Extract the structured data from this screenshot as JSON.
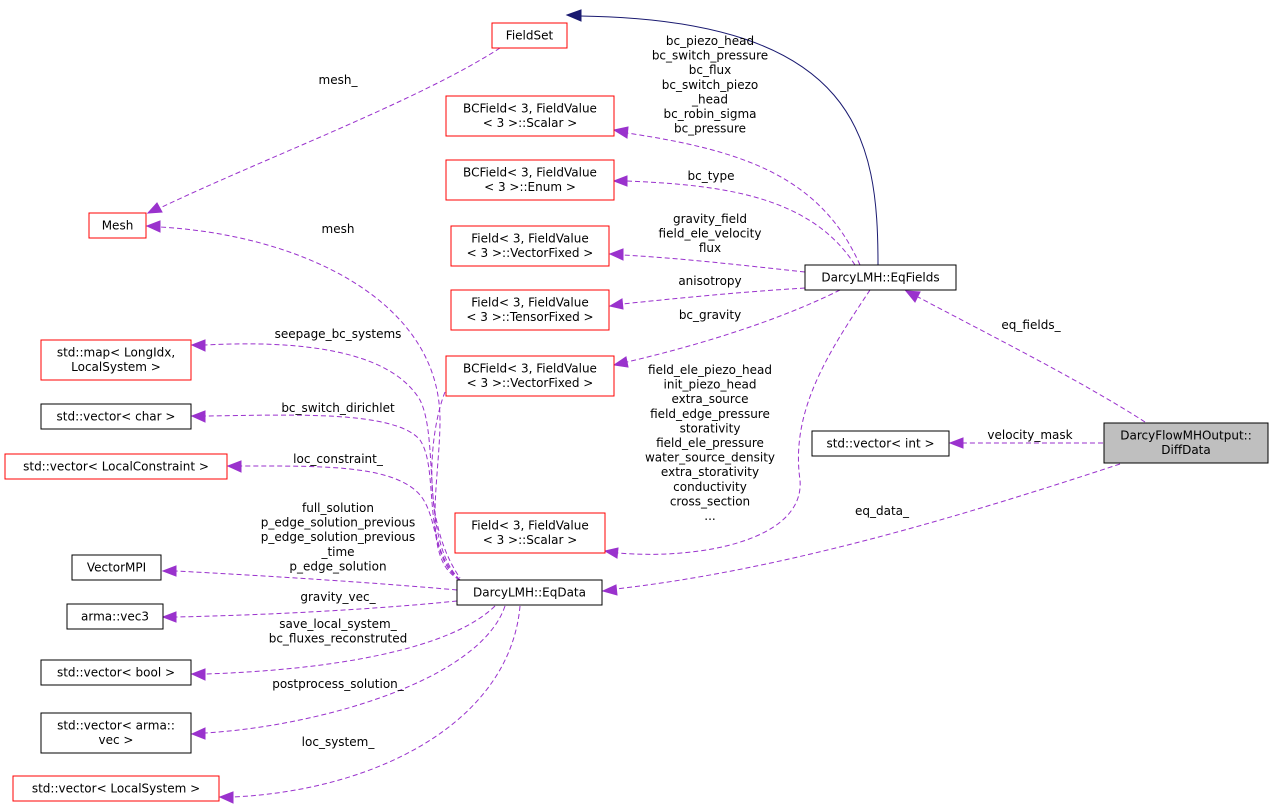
{
  "nodes": {
    "fieldset": [
      "FieldSet"
    ],
    "bcfield_scalar": [
      "BCField< 3, FieldValue",
      "< 3 >::Scalar >"
    ],
    "bcfield_enum": [
      "BCField< 3, FieldValue",
      "< 3 >::Enum >"
    ],
    "field_vectorfixed": [
      "Field< 3, FieldValue",
      "< 3 >::VectorFixed >"
    ],
    "field_tensorfixed": [
      "Field< 3, FieldValue",
      "< 3 >::TensorFixed >"
    ],
    "bcfield_vectorfixed": [
      "BCField< 3, FieldValue",
      "< 3 >::VectorFixed >"
    ],
    "field_scalar": [
      "Field< 3, FieldValue",
      "< 3 >::Scalar >"
    ],
    "mesh": [
      "Mesh"
    ],
    "map_longidx": [
      "std::map< LongIdx,",
      "LocalSystem >"
    ],
    "vector_char": [
      "std::vector< char >"
    ],
    "vector_localconstraint": [
      "std::vector< LocalConstraint >"
    ],
    "vectormpi": [
      "VectorMPI"
    ],
    "arma_vec3": [
      "arma::vec3"
    ],
    "vector_bool": [
      "std::vector< bool >"
    ],
    "vector_armavec": [
      "std::vector< arma::",
      "vec >"
    ],
    "vector_localsystem": [
      "std::vector< LocalSystem >"
    ],
    "eqfields": [
      "DarcyLMH::EqFields"
    ],
    "eqdata": [
      "DarcyLMH::EqData"
    ],
    "vector_int": [
      "std::vector< int >"
    ],
    "diffdata": [
      "DarcyFlowMHOutput::",
      "DiffData"
    ]
  },
  "edge_labels": {
    "fieldset_mesh": [
      "mesh_"
    ],
    "bcscalar_eqfields": [
      "bc_piezo_head",
      "bc_switch_pressure",
      "bc_flux",
      "bc_switch_piezo",
      "_head",
      "bc_robin_sigma",
      "bc_pressure"
    ],
    "bcenum_eqfields": [
      "bc_type"
    ],
    "vectorfixed_eqfields": [
      "gravity_field",
      "field_ele_velocity",
      "flux"
    ],
    "tensorfixed_eqfields": [
      "anisotropy"
    ],
    "bcvectorfixed_eqfields": [
      "bc_gravity"
    ],
    "fieldscalar_eqfields": [
      "field_ele_piezo_head",
      "init_piezo_head",
      "extra_source",
      "field_edge_pressure",
      "storativity",
      "field_ele_pressure",
      "water_source_density",
      "extra_storativity",
      "conductivity",
      "cross_section",
      "..."
    ],
    "mesh_eqdata": [
      "mesh"
    ],
    "map_eqdata": [
      "seepage_bc_systems"
    ],
    "vchar_eqdata": [
      "bc_switch_dirichlet"
    ],
    "vlocalconstraint_eqdata": [
      "loc_constraint_"
    ],
    "vectormpi_eqdata": [
      "full_solution",
      "p_edge_solution_previous",
      "p_edge_solution_previous",
      "_time",
      "p_edge_solution"
    ],
    "vec3_eqdata": [
      "gravity_vec_"
    ],
    "vbool_eqdata": [
      "save_local_system_",
      "bc_fluxes_reconstruted"
    ],
    "varmavec_eqdata": [
      "postprocess_solution_"
    ],
    "vlocalsystem_eqdata": [
      "loc_system_"
    ],
    "eqfields_diffdata": [
      "eq_fields_"
    ],
    "vint_diffdata": [
      "velocity_mask"
    ],
    "eqdata_diffdata": [
      "eq_data_"
    ]
  },
  "colors": {
    "node_incomplete_border": "#ff0000",
    "node_complete_border": "#000000",
    "focus_fill": "#bfbfbf",
    "usage_edge": "#9a32cd",
    "inheritance_edge": "#191970"
  }
}
